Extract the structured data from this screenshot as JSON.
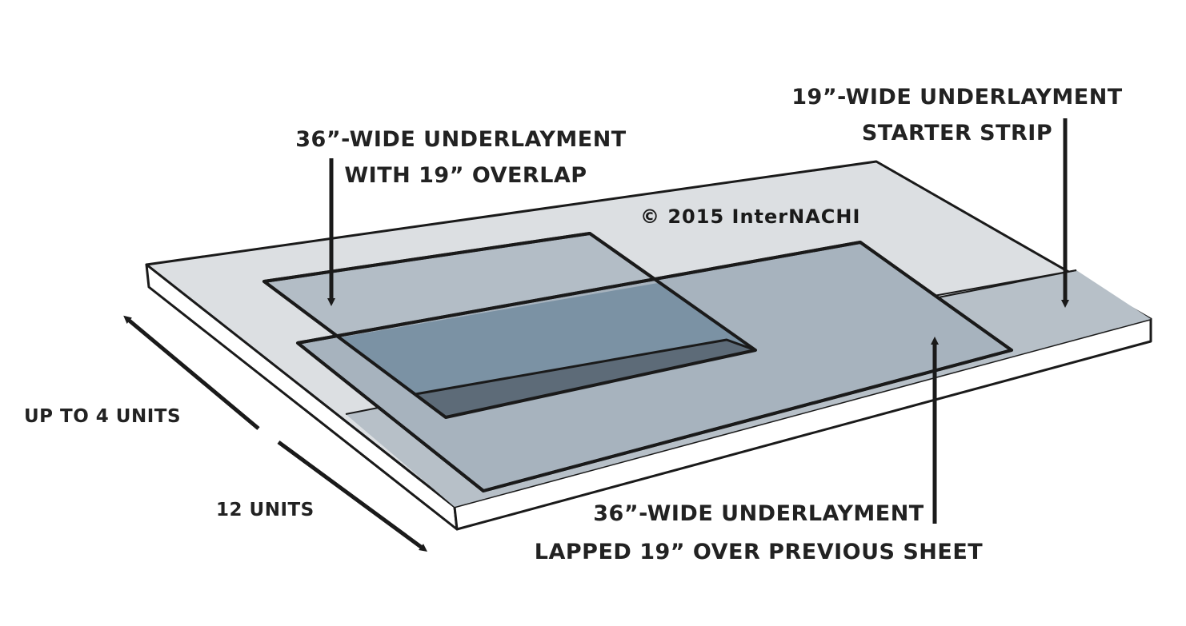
{
  "labels": {
    "top_middle": {
      "line1": "36”-WIDE UNDERLAYMENT",
      "line2": "WITH 19” OVERLAP"
    },
    "top_right": {
      "line1": "19”-WIDE UNDERLAYMENT",
      "line2": "STARTER STRIP"
    },
    "bottom_right": {
      "line1": "36”-WIDE UNDERLAYMENT",
      "line2": "LAPPED 19” OVER PREVIOUS SHEET"
    },
    "width_dimension": "UP TO 4 UNITS",
    "length_dimension": "12 UNITS",
    "copyright": "© 2015 InterNACHI"
  },
  "colors": {
    "board_top": "#dcdfe2",
    "board_edge": "#ffffff",
    "starter_strip": "#b7c0c8",
    "upper_sheet": "#b3bdc6",
    "lower_sheet": "#a7b3be",
    "overlap_dark": "#7b92a4",
    "overlap_darkest": "#5d6b78",
    "outline": "#1a1a1a"
  }
}
